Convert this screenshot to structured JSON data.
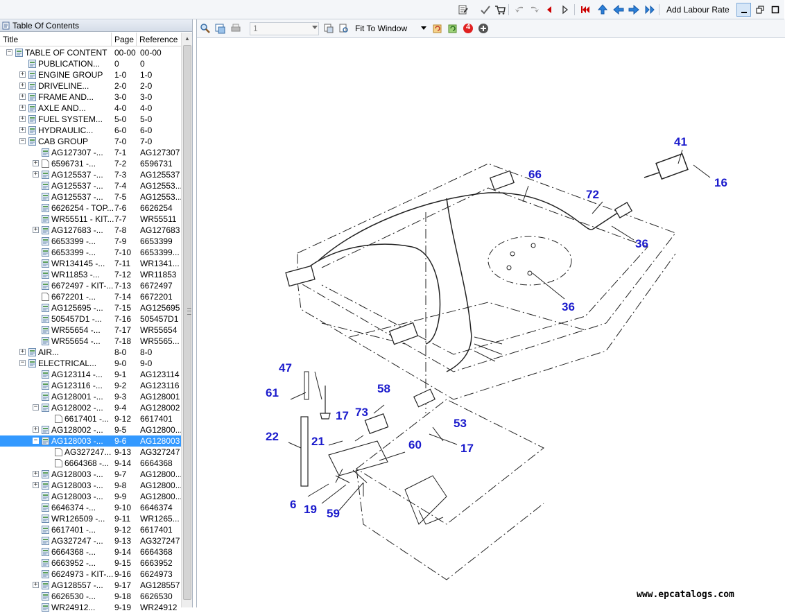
{
  "toolbar": {
    "labour_rate_label": "Add Labour Rate",
    "icons": [
      "edit-note-icon",
      "checkmark-icon",
      "cart-icon",
      "back-arrow-icon",
      "forward-arrow-icon",
      "prev-page-icon",
      "next-page-icon",
      "first-page-icon",
      "up-icon",
      "left-icon",
      "right-icon",
      "double-right-icon",
      "minimize-icon",
      "restore-icon",
      "maximize-icon"
    ]
  },
  "toc": {
    "panel_title": "Table Of Contents",
    "columns": {
      "title": "Title",
      "page": "Page",
      "reference": "Reference"
    },
    "rows": [
      {
        "title": "TABLE OF CONTENT",
        "page": "00-00",
        "ref": "00-00"
      },
      {
        "title": "PUBLICATION...",
        "page": "0",
        "ref": "0"
      },
      {
        "title": "ENGINE GROUP",
        "page": "1-0",
        "ref": "1-0"
      },
      {
        "title": "DRIVELINE...",
        "page": "2-0",
        "ref": "2-0"
      },
      {
        "title": "FRAME AND...",
        "page": "3-0",
        "ref": "3-0"
      },
      {
        "title": "AXLE AND...",
        "page": "4-0",
        "ref": "4-0"
      },
      {
        "title": "FUEL SYSTEM...",
        "page": "5-0",
        "ref": "5-0"
      },
      {
        "title": "HYDRAULIC...",
        "page": "6-0",
        "ref": "6-0"
      },
      {
        "title": "CAB GROUP",
        "page": "7-0",
        "ref": "7-0"
      },
      {
        "title": "AG127307 -...",
        "page": "7-1",
        "ref": "AG127307"
      },
      {
        "title": "6596731 -...",
        "page": "7-2",
        "ref": "6596731"
      },
      {
        "title": "AG125537 -...",
        "page": "7-3",
        "ref": "AG125537"
      },
      {
        "title": "AG125537 -...",
        "page": "7-4",
        "ref": "AG12553..."
      },
      {
        "title": "AG125537 -...",
        "page": "7-5",
        "ref": "AG12553..."
      },
      {
        "title": "6626254 - TOP...",
        "page": "7-6",
        "ref": "6626254"
      },
      {
        "title": "WR55511 - KIT...",
        "page": "7-7",
        "ref": "WR55511"
      },
      {
        "title": "AG127683 -...",
        "page": "7-8",
        "ref": "AG127683"
      },
      {
        "title": "6653399 -...",
        "page": "7-9",
        "ref": "6653399"
      },
      {
        "title": "6653399 -...",
        "page": "7-10",
        "ref": "6653399..."
      },
      {
        "title": "WR134145 -...",
        "page": "7-11",
        "ref": "WR1341..."
      },
      {
        "title": "WR11853 -...",
        "page": "7-12",
        "ref": "WR11853"
      },
      {
        "title": "6672497 - KIT-...",
        "page": "7-13",
        "ref": "6672497"
      },
      {
        "title": "6672201 -...",
        "page": "7-14",
        "ref": "6672201"
      },
      {
        "title": "AG125695 -...",
        "page": "7-15",
        "ref": "AG125695"
      },
      {
        "title": "505457D1 -...",
        "page": "7-16",
        "ref": "505457D1"
      },
      {
        "title": "WR55654 -...",
        "page": "7-17",
        "ref": "WR55654"
      },
      {
        "title": "WR55654 -...",
        "page": "7-18",
        "ref": "WR5565..."
      },
      {
        "title": "AIR...",
        "page": "8-0",
        "ref": "8-0"
      },
      {
        "title": "ELECTRICAL...",
        "page": "9-0",
        "ref": "9-0"
      },
      {
        "title": "AG123114 -...",
        "page": "9-1",
        "ref": "AG123114"
      },
      {
        "title": "AG123116 -...",
        "page": "9-2",
        "ref": "AG123116"
      },
      {
        "title": "AG128001 -...",
        "page": "9-3",
        "ref": "AG128001"
      },
      {
        "title": "AG128002 -...",
        "page": "9-4",
        "ref": "AG128002"
      },
      {
        "title": "6617401 -...",
        "page": "9-12",
        "ref": "6617401"
      },
      {
        "title": "AG128002 -...",
        "page": "9-5",
        "ref": "AG12800..."
      },
      {
        "title": "AG128003 -...",
        "page": "9-6",
        "ref": "AG128003"
      },
      {
        "title": "AG327247...",
        "page": "9-13",
        "ref": "AG327247"
      },
      {
        "title": "6664368 -...",
        "page": "9-14",
        "ref": "6664368"
      },
      {
        "title": "AG128003 -...",
        "page": "9-7",
        "ref": "AG12800..."
      },
      {
        "title": "AG128003 -...",
        "page": "9-8",
        "ref": "AG12800..."
      },
      {
        "title": "AG128003 -...",
        "page": "9-9",
        "ref": "AG12800..."
      },
      {
        "title": "6646374 -...",
        "page": "9-10",
        "ref": "6646374"
      },
      {
        "title": "WR126509 -...",
        "page": "9-11",
        "ref": "WR1265..."
      },
      {
        "title": "6617401 -...",
        "page": "9-12",
        "ref": "6617401"
      },
      {
        "title": "AG327247 -...",
        "page": "9-13",
        "ref": "AG327247"
      },
      {
        "title": "6664368 -...",
        "page": "9-14",
        "ref": "6664368"
      },
      {
        "title": "6663952 -...",
        "page": "9-15",
        "ref": "6663952"
      },
      {
        "title": "6624973 - KIT-...",
        "page": "9-16",
        "ref": "6624973"
      },
      {
        "title": "AG128557 -...",
        "page": "9-17",
        "ref": "AG128557"
      },
      {
        "title": "6626530 -...",
        "page": "9-18",
        "ref": "6626530"
      },
      {
        "title": "WR24912...",
        "page": "9-19",
        "ref": "WR24912"
      }
    ]
  },
  "viewer": {
    "page_number": "1",
    "zoom": "Fit To Window",
    "badge_count": "4",
    "watermark": "www.epcatalogs.com",
    "callouts": [
      "41",
      "16",
      "66",
      "72",
      "36",
      "36",
      "47",
      "61",
      "58",
      "17",
      "73",
      "53",
      "22",
      "21",
      "60",
      "17",
      "6",
      "19",
      "59"
    ]
  }
}
